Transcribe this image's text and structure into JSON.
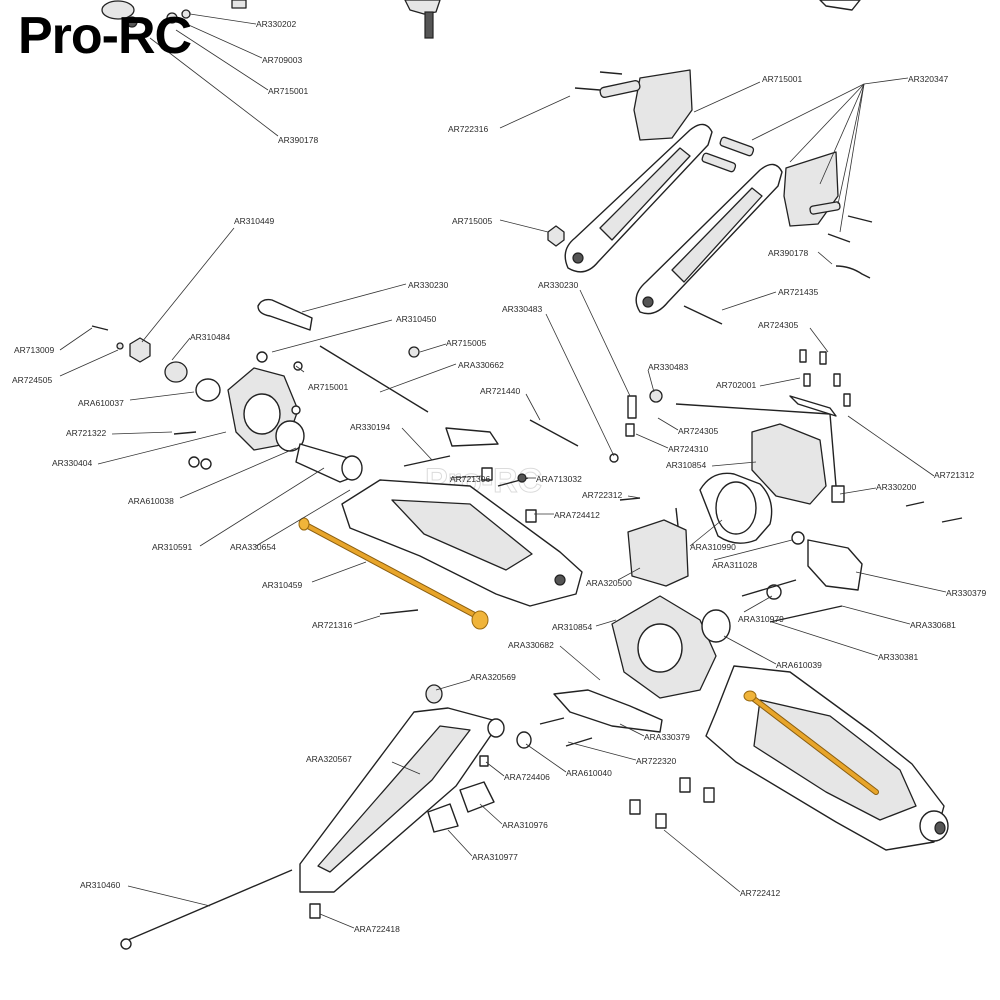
{
  "brand": {
    "logo_text": "Pro-RC",
    "watermark": "Pro-RC"
  },
  "labels": {
    "AR330202": "AR330202",
    "AR709003": "AR709003",
    "AR715001_top": "AR715001",
    "AR390178_top": "AR390178",
    "AR715001_r": "AR715001",
    "AR320347": "AR320347",
    "AR722316": "AR722316",
    "AR715005_r": "AR715005",
    "AR390178_r": "AR390178",
    "AR310449": "AR310449",
    "AR330230_l": "AR330230",
    "AR330230_m": "AR330230",
    "AR721435": "AR721435",
    "AR330483_m": "AR330483",
    "AR310450": "AR310450",
    "AR310484": "AR310484",
    "AR715005_l": "AR715005",
    "AR724305_r": "AR724305",
    "AR713009": "AR713009",
    "ARA330662": "ARA330662",
    "AR724505": "AR724505",
    "AR715001_l": "AR715001",
    "AR330483_r": "AR330483",
    "AR702001": "AR702001",
    "AR721440": "AR721440",
    "ARA610037": "ARA610037",
    "AR721322": "AR721322",
    "AR330194": "AR330194",
    "AR724305_m": "AR724305",
    "AR724310": "AR724310",
    "AR330404": "AR330404",
    "AR310854_r": "AR310854",
    "AR721312": "AR721312",
    "AR721306": "AR721306",
    "ARA713032": "ARA713032",
    "AR330200": "AR330200",
    "ARA610038": "ARA610038",
    "AR722312": "AR722312",
    "ARA724412": "ARA724412",
    "AR310591": "AR310591",
    "ARA330654": "ARA330654",
    "ARA310990": "ARA310990",
    "ARA311028": "ARA311028",
    "AR310459": "AR310459",
    "ARA320500": "ARA320500",
    "AR330379_r": "AR330379",
    "AR721316": "AR721316",
    "AR310854_m": "AR310854",
    "ARA310979": "ARA310979",
    "ARA330681": "ARA330681",
    "ARA330682": "ARA330682",
    "AR330381": "AR330381",
    "ARA610039": "ARA610039",
    "ARA320569": "ARA320569",
    "ARA330379_m": "ARA330379",
    "AR722320": "AR722320",
    "ARA320567": "ARA320567",
    "ARA724406": "ARA724406",
    "ARA610040": "ARA610040",
    "ARA310976": "ARA310976",
    "ARA310977": "ARA310977",
    "AR310460": "AR310460",
    "AR722412": "AR722412",
    "ARA722418": "ARA722418"
  },
  "colors": {
    "highlight": "#f0b43a",
    "line": "#222222",
    "background": "#ffffff"
  }
}
